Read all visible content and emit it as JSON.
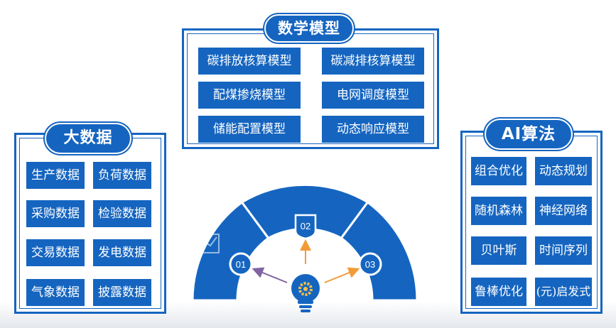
{
  "colors": {
    "primary": "#1565c0",
    "arrow_left": "#8064a2",
    "arrow_orange": "#f29b38"
  },
  "panels": {
    "big_data": {
      "title": "大数据",
      "items": [
        "生产数据",
        "负荷数据",
        "采购数据",
        "检验数据",
        "交易数据",
        "发电数据",
        "气象数据",
        "披露数据"
      ]
    },
    "math_model": {
      "title": "数学模型",
      "items": [
        "碳排放核算模型",
        "碳减排核算模型",
        "配煤掺烧模型",
        "电网调度模型",
        "储能配置模型",
        "动态响应模型"
      ]
    },
    "ai_algorithm": {
      "title": "AI算法",
      "items": [
        "组合优化",
        "动态规划",
        "随机森林",
        "神经网络",
        "贝叶斯",
        "时间序列",
        "鲁棒优化",
        "(元)启发式"
      ]
    }
  },
  "gauge": {
    "nodes": [
      "01",
      "02",
      "03"
    ]
  },
  "icons": [
    "line-chart-icon",
    "lightbulb-gear-icon"
  ]
}
